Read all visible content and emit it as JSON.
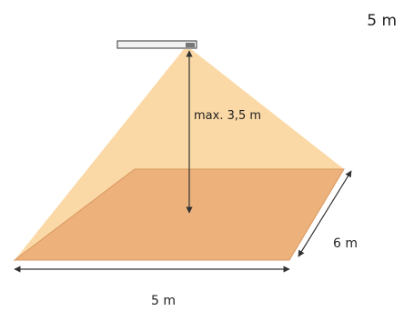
{
  "corner_label": "5 m",
  "labels": {
    "height": "max. 3,5 m",
    "depth": "6 m",
    "width": "5 m"
  },
  "colors": {
    "light_cone": "#fbd9a6",
    "floor": "#edb27c",
    "floor_edge": "#d9965e",
    "lamp_fill": "#f1f1f1",
    "lamp_stroke": "#555555",
    "line": "#333333"
  }
}
